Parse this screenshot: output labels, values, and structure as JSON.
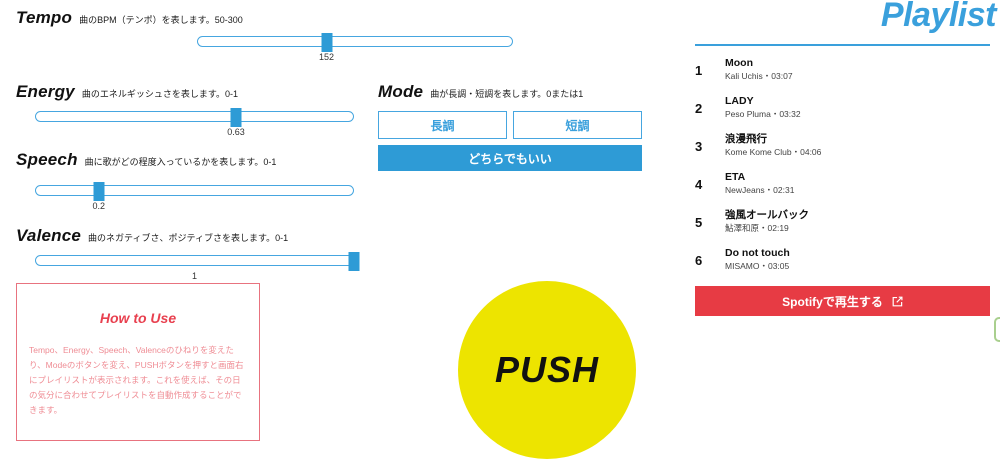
{
  "params": [
    {
      "title": "Tempo",
      "desc": "曲のBPM（テンポ）を表します。50-300",
      "value": "152",
      "percent": 41
    },
    {
      "title": "Energy",
      "desc": "曲のエネルギッシュさを表します。0-1",
      "value": "0.63",
      "percent": 63
    },
    {
      "title": "Speech",
      "desc": "曲に歌がどの程度入っているかを表します。0-1",
      "value": "0.2",
      "percent": 20
    },
    {
      "title": "Valence",
      "desc": "曲のネガティブさ、ポジティブさを表します。0-1",
      "value": "1",
      "percent": 100
    }
  ],
  "mode": {
    "title": "Mode",
    "desc": "曲が長調・短調を表します。0または1",
    "major_label": "長調",
    "minor_label": "短調",
    "either_label": "どちらでもいい"
  },
  "howto": {
    "title": "How to Use",
    "body": "Tempo、Energy、Speech、Valenceのひねりを変えたり、Modeのボタンを変え、PUSHボタンを押すと画面右にプレイリストが表示されます。これを使えば、その日の気分に合わせてプレイリストを自動作成することができます。"
  },
  "push": {
    "label": "PUSH"
  },
  "playlist": {
    "title": "Playlist",
    "tracks": [
      {
        "num": "1",
        "name": "Moon",
        "meta": "Kali Uchis・03:07"
      },
      {
        "num": "2",
        "name": "LADY",
        "meta": "Peso Pluma・03:32"
      },
      {
        "num": "3",
        "name": "浪漫飛行",
        "meta": "Kome Kome Club・04:06"
      },
      {
        "num": "4",
        "name": "ETA",
        "meta": "NewJeans・02:31"
      },
      {
        "num": "5",
        "name": "強風オールバック",
        "meta": "鮎澤和原・02:19"
      },
      {
        "num": "6",
        "name": "Do not touch",
        "meta": "MISAMO・03:05"
      }
    ],
    "spotify_label": "Spotifyで再生する"
  },
  "colors": {
    "accent_blue": "#2e9bd6",
    "spotify_red": "#e73b44",
    "push_yellow": "#ede400",
    "howto_red": "#e8404f"
  }
}
